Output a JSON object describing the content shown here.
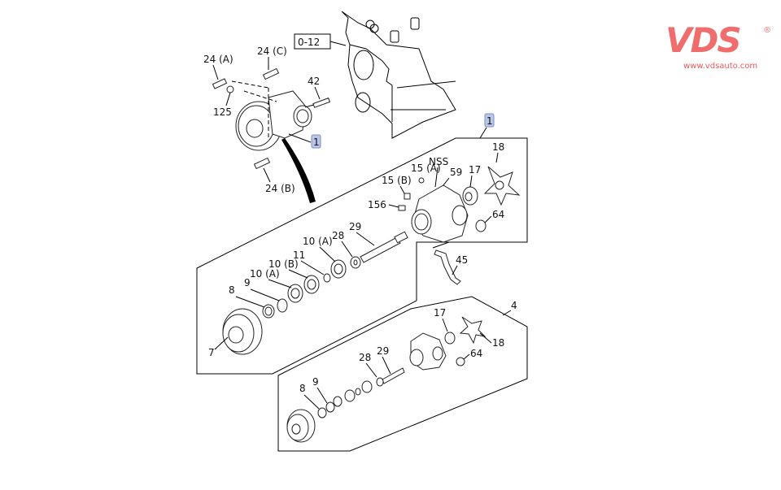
{
  "brand": {
    "logo_text": "VDS",
    "registered": "®",
    "url": "www.vdsauto.com",
    "color": "#ef6d6d"
  },
  "diagram": {
    "title_ref": "0-12",
    "callout_color": "#b9c6e8",
    "callouts": [
      "1",
      "1"
    ],
    "labels": {
      "bolt_24a": "24 (A)",
      "bolt_24c": "24 (C)",
      "bolt_24b": "24 (B)",
      "nut_125": "125",
      "stud_42": "42",
      "ref_0_12": "0-12",
      "callout_1_top": "1",
      "callout_1_assembly": "1",
      "p15a": "15 (A)",
      "p15b": "15 (B)",
      "nss": "NSS",
      "p59": "59",
      "p17": "17",
      "p18": "18",
      "p156": "156",
      "p64": "64",
      "p29": "29",
      "p28": "28",
      "p10a_1": "10 (A)",
      "p11": "11",
      "p10b": "10 (B)",
      "p10a_2": "10 (A)",
      "p9": "9",
      "p8": "8",
      "p7": "7",
      "p45": "45",
      "p4": "4",
      "p17_b": "17",
      "p18_b": "18",
      "p29_b": "29",
      "p28_b": "28",
      "p64_b": "64",
      "p8_b": "8",
      "p9_b": "9"
    }
  }
}
